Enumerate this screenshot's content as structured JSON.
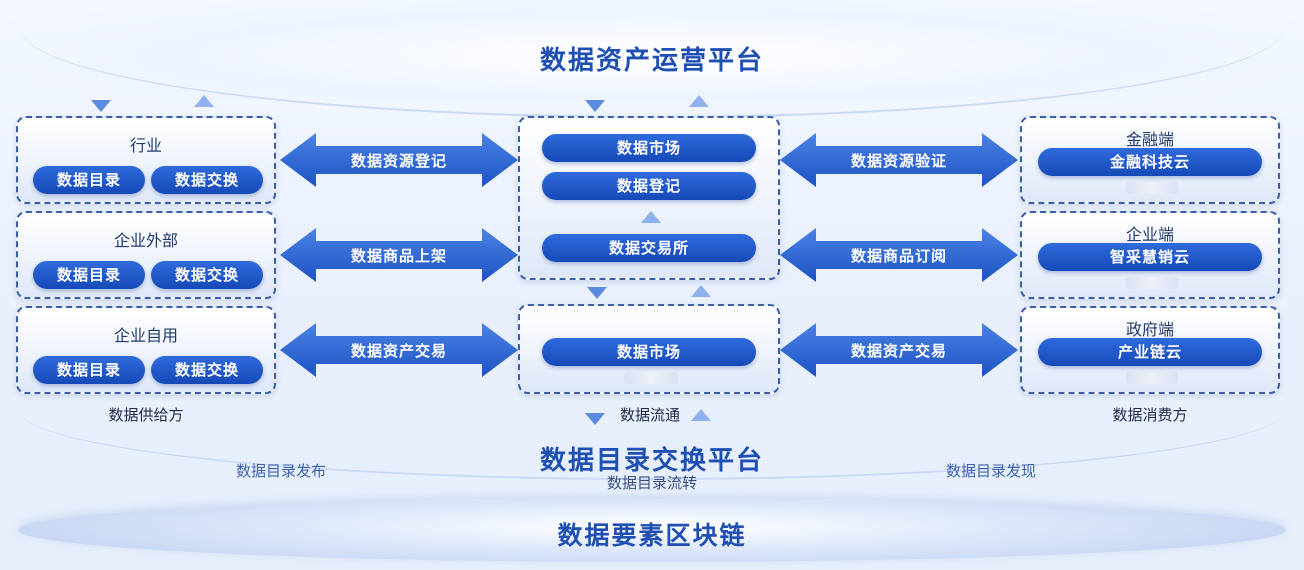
{
  "top_platform": "数据资产运营平台",
  "supply": {
    "panels": [
      {
        "title": "行业",
        "btn1": "数据目录",
        "btn2": "数据交换"
      },
      {
        "title": "企业外部",
        "btn1": "数据目录",
        "btn2": "数据交换"
      },
      {
        "title": "企业自用",
        "btn1": "数据目录",
        "btn2": "数据交换"
      }
    ],
    "label": "数据供给方"
  },
  "circulation": {
    "upper": {
      "item1": "数据市场",
      "item2": "数据登记",
      "item3": "数据交易所"
    },
    "lower": {
      "item1": "数据市场"
    },
    "label": "数据流通"
  },
  "consumer": {
    "panels": [
      {
        "title": "金融端",
        "btn": "金融科技云"
      },
      {
        "title": "企业端",
        "btn": "智采慧销云"
      },
      {
        "title": "政府端",
        "btn": "产业链云"
      }
    ],
    "label": "数据消费方"
  },
  "arrows_left": [
    "数据资源登记",
    "数据商品上架",
    "数据资产交易"
  ],
  "arrows_right": [
    "数据资源验证",
    "数据商品订阅",
    "数据资产交易"
  ],
  "catalog_platform": {
    "title": "数据目录交换平台",
    "left": "数据目录发布",
    "center": "数据目录流转",
    "right": "数据目录发现"
  },
  "blockchain": "数据要素区块链",
  "colors": {
    "primary": "#1f4fb3",
    "pill": "#1649b8",
    "arrow": "#2d66d6",
    "panel_border": "#3a5fa8"
  }
}
